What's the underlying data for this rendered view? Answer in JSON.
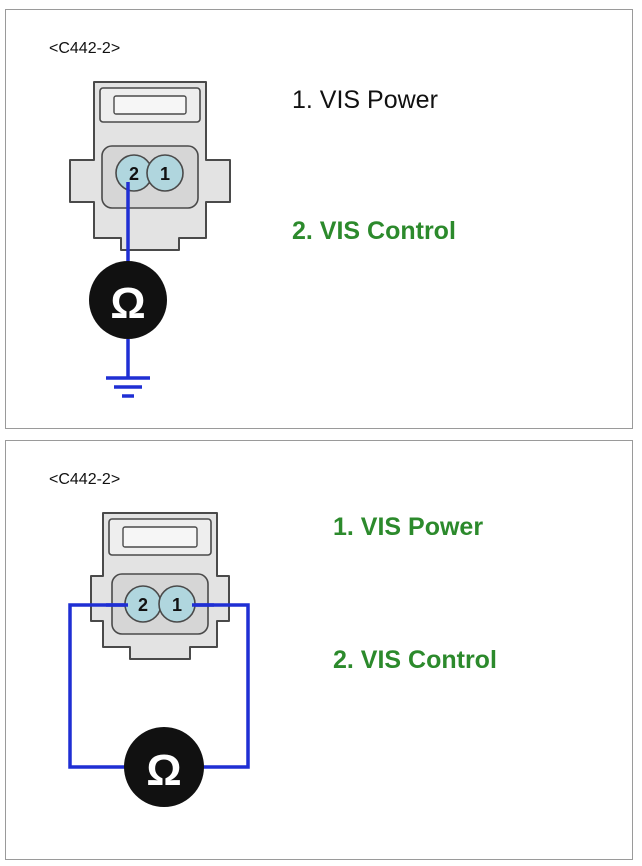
{
  "colors": {
    "connector_fill": "#e3e3e3",
    "connector_stroke": "#4a4a4a",
    "pin_fill": "#b0d6de",
    "wire": "#1f2fd4",
    "meter": "#111111",
    "highlight_text": "#2c8a2c",
    "default_text": "#111111"
  },
  "panels": [
    {
      "connector_label": "<C442-2>",
      "pins": [
        {
          "number": "2"
        },
        {
          "number": "1"
        }
      ],
      "meter_symbol": "Ω",
      "ground_icon": "ground-symbol-icon",
      "legend": [
        {
          "text": "1. VIS Power",
          "highlighted": false
        },
        {
          "text": "2. VIS Control",
          "highlighted": true
        }
      ]
    },
    {
      "connector_label": "<C442-2>",
      "pins": [
        {
          "number": "2"
        },
        {
          "number": "1"
        }
      ],
      "meter_symbol": "Ω",
      "legend": [
        {
          "text": "1. VIS Power",
          "highlighted": true
        },
        {
          "text": "2. VIS Control",
          "highlighted": true
        }
      ]
    }
  ]
}
